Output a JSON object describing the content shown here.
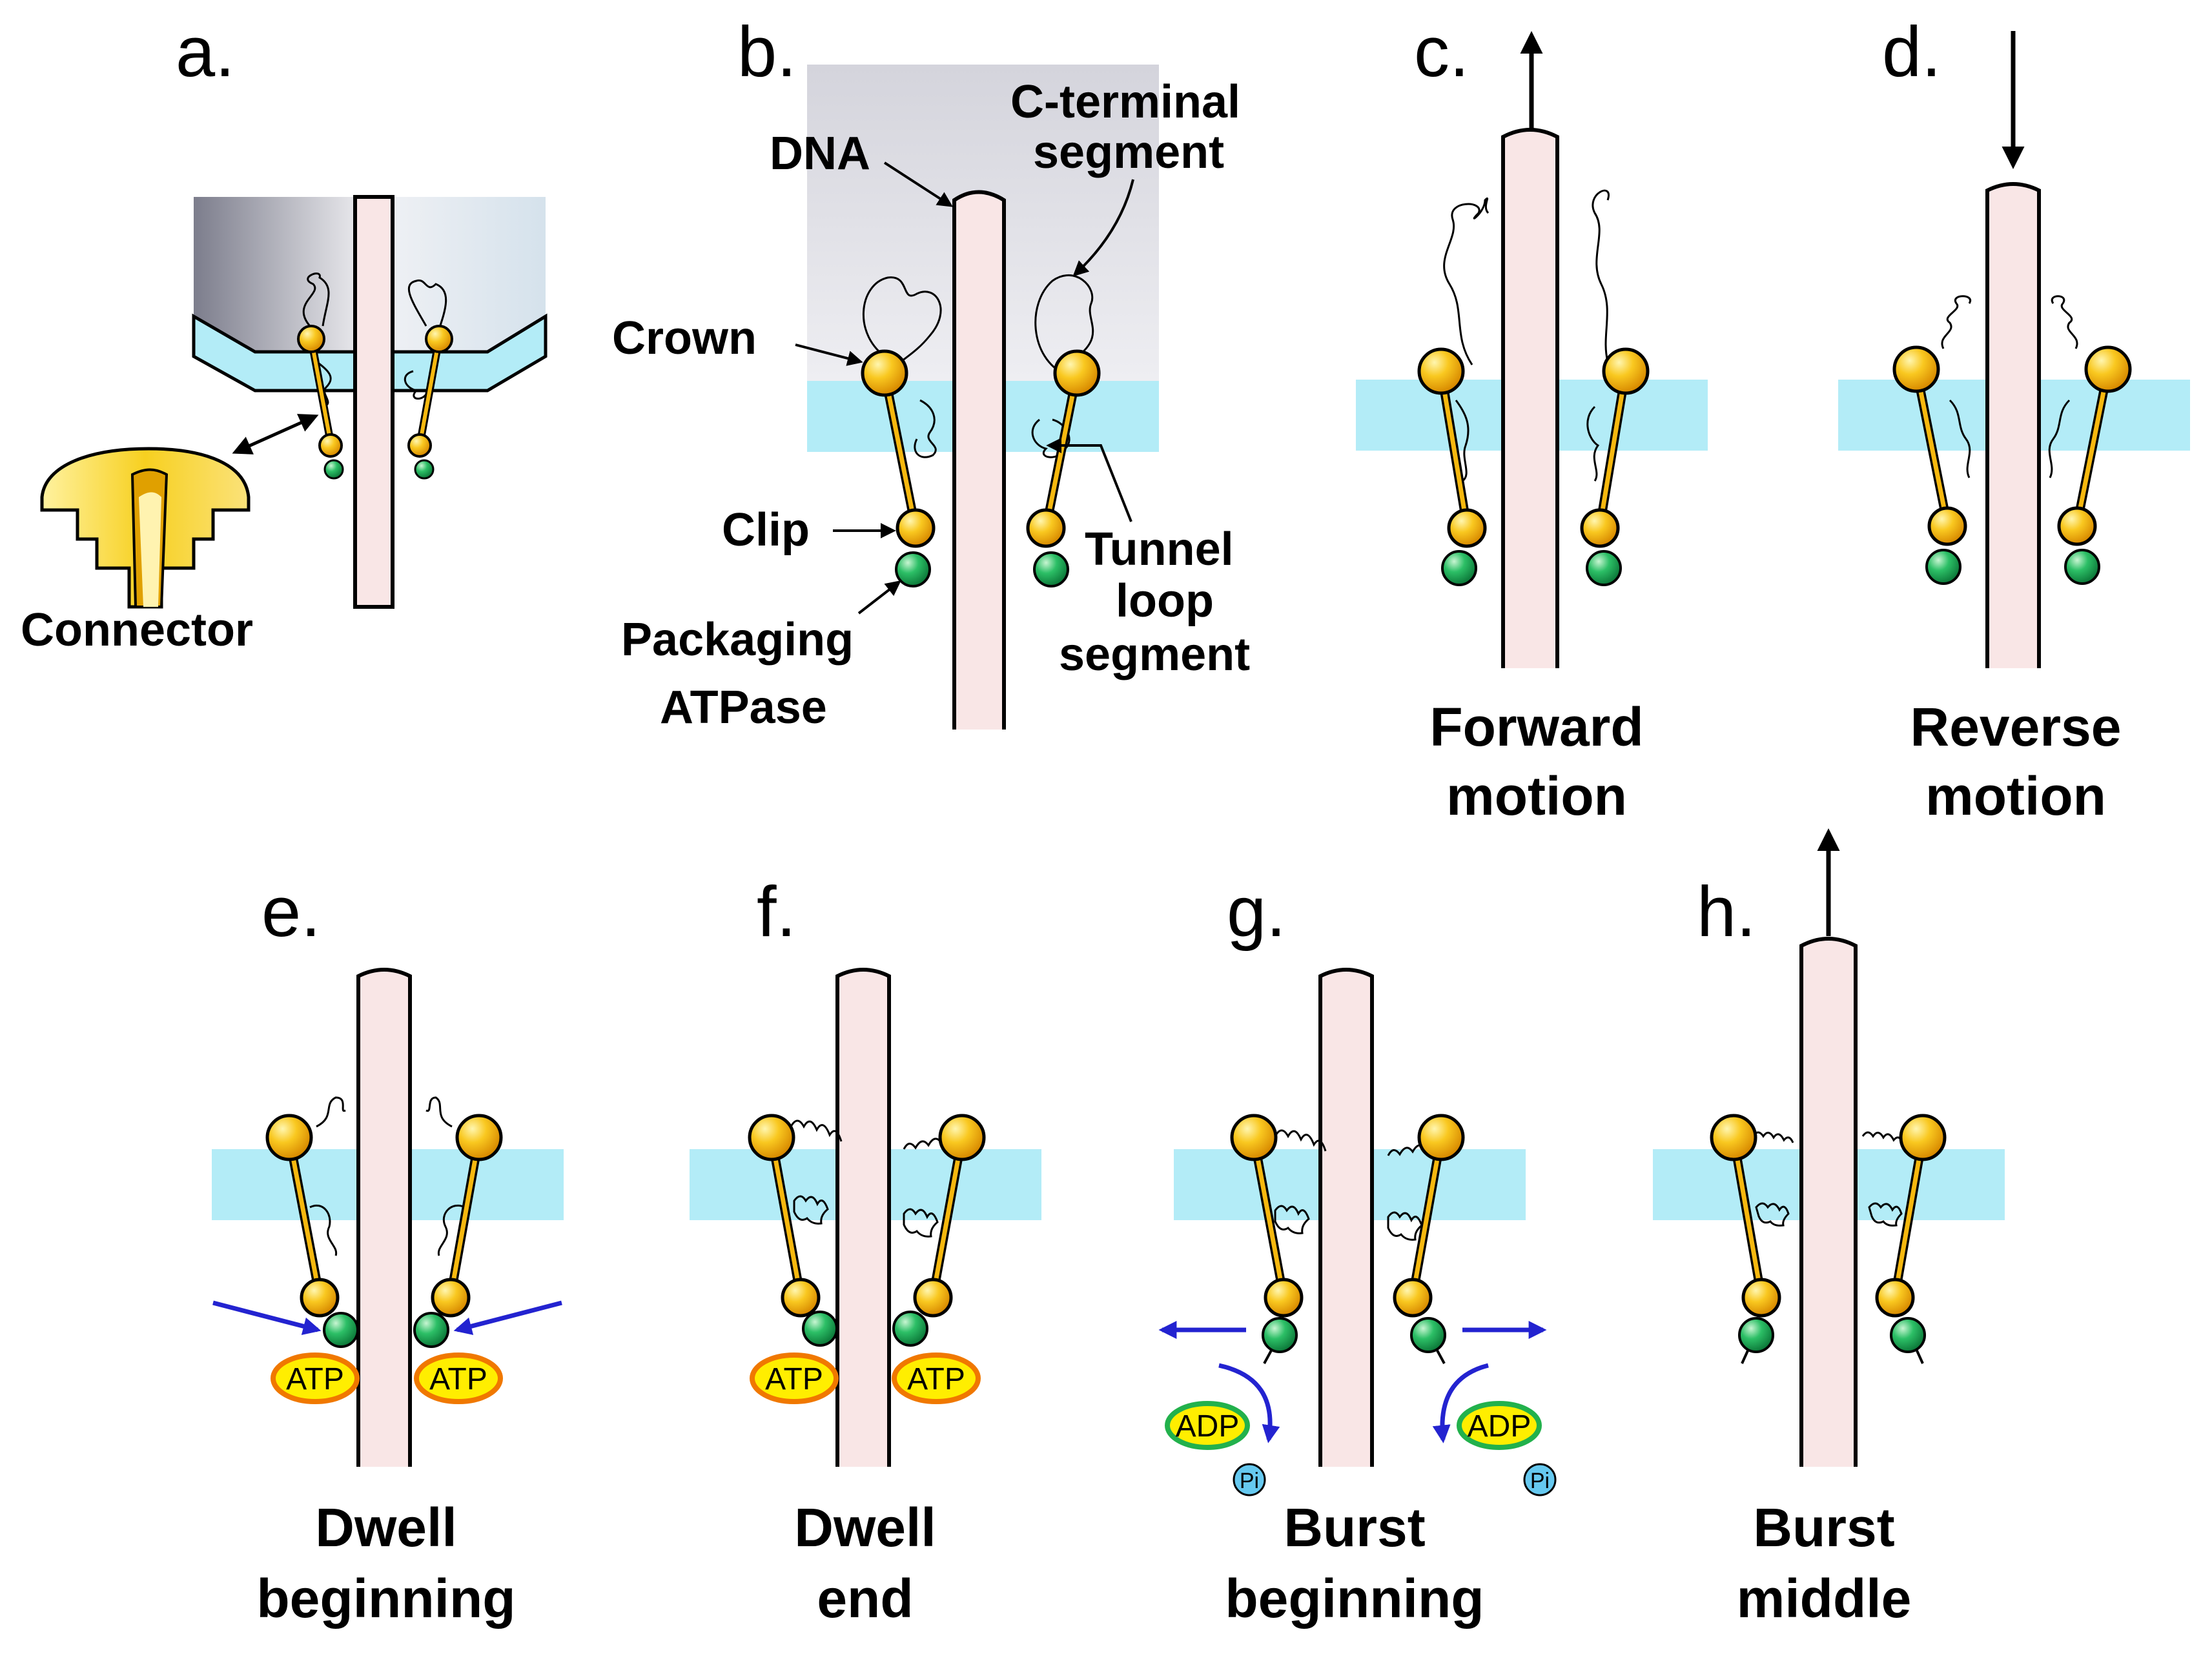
{
  "panels": {
    "a": {
      "letter": "a.",
      "connector": "Connector"
    },
    "b": {
      "letter": "b.",
      "dna": "DNA",
      "c_terminal": [
        "C-terminal",
        "segment"
      ],
      "crown": "Crown",
      "clip": "Clip",
      "packaging": [
        "Packaging",
        "ATPase"
      ],
      "tunnel": [
        "Tunnel",
        "loop",
        "segment"
      ]
    },
    "c": {
      "letter": "c.",
      "caption": [
        "Forward",
        "motion"
      ]
    },
    "d": {
      "letter": "d.",
      "caption": [
        "Reverse",
        "motion"
      ]
    },
    "e": {
      "letter": "e.",
      "caption": [
        "Dwell",
        "beginning"
      ]
    },
    "f": {
      "letter": "f.",
      "caption": [
        "Dwell",
        "end"
      ]
    },
    "g": {
      "letter": "g.",
      "caption": [
        "Burst",
        "beginning"
      ]
    },
    "h": {
      "letter": "h.",
      "caption": [
        "Burst",
        "middle"
      ]
    }
  },
  "badges": {
    "atp": "ATP",
    "adp": "ADP",
    "pi": "Pi"
  },
  "colors": {
    "dna_fill": "#f9e6e6",
    "membrane": "#b3ecf7",
    "yellow_sphere": "#f6b80f",
    "green_sphere": "#1aa55a",
    "blue_arrow": "#2323d0",
    "atp_fill": "#ffee00",
    "atp_ring": "#f07800",
    "adp_ring": "#22b14c",
    "pi_fill": "#66c9f0",
    "connector": "#f7d020"
  }
}
